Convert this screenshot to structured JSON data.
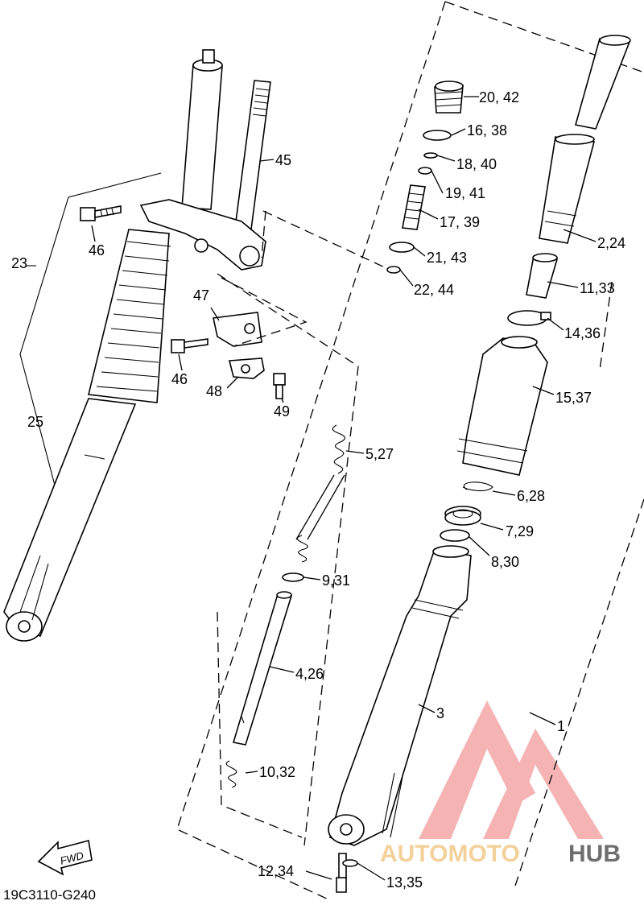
{
  "diagram_code": "19C3110-G240",
  "fwd_label": "FWD",
  "watermark": {
    "brand_left": "AUTOMOTO",
    "brand_right": "HUB",
    "accent_color": "#f4a6a6",
    "accent_text_color": "#f2c98a",
    "dark_text_color": "#555555"
  },
  "callouts": {
    "c1": "1",
    "c2_24": "2,24",
    "c3": "3",
    "c4_26": "4,26",
    "c5_27": "5,27",
    "c6_28": "6,28",
    "c7_29": "7,29",
    "c8_30": "8,30",
    "c9_31": "9,31",
    "c10_32": "10,32",
    "c11_33": "11,33",
    "c12_34": "12,34",
    "c13_35": "13,35",
    "c14_36": "14,36",
    "c15_37": "15,37",
    "c16_38": "16, 38",
    "c17_39": "17, 39",
    "c18_40": "18, 40",
    "c19_41": "19, 41",
    "c20_42": "20, 42",
    "c21_43": "21, 43",
    "c22_44": "22, 44",
    "c23": "23",
    "c25": "25",
    "c45": "45",
    "c46a": "46",
    "c46b": "46",
    "c47": "47",
    "c48": "48",
    "c49": "49"
  }
}
